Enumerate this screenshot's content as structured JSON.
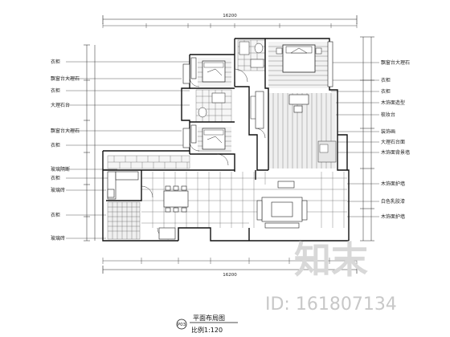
{
  "drawing": {
    "title": "平面布局图",
    "scale": "比例1:120",
    "badge": "P03"
  },
  "dimensions": {
    "top_total": "16200",
    "bottom_total": "16200"
  },
  "labels_left": [
    "衣柜",
    "飘窗台大理石",
    "衣柜",
    "大理石台",
    "飘窗台大理石",
    "衣柜",
    "玻璃隔断",
    "衣柜",
    "玻璃砖",
    "衣柜",
    "玻璃砖"
  ],
  "labels_right": [
    "飘窗台大理石",
    "衣柜",
    "衣柜",
    "木饰面造型",
    "梳妆台",
    "装饰画",
    "大理石台面",
    "木饰面背景墙",
    "木饰面护墙",
    "白色乳胶漆",
    "木饰面护墙"
  ],
  "watermark": {
    "logo": "知末",
    "id": "ID: 161807134"
  }
}
